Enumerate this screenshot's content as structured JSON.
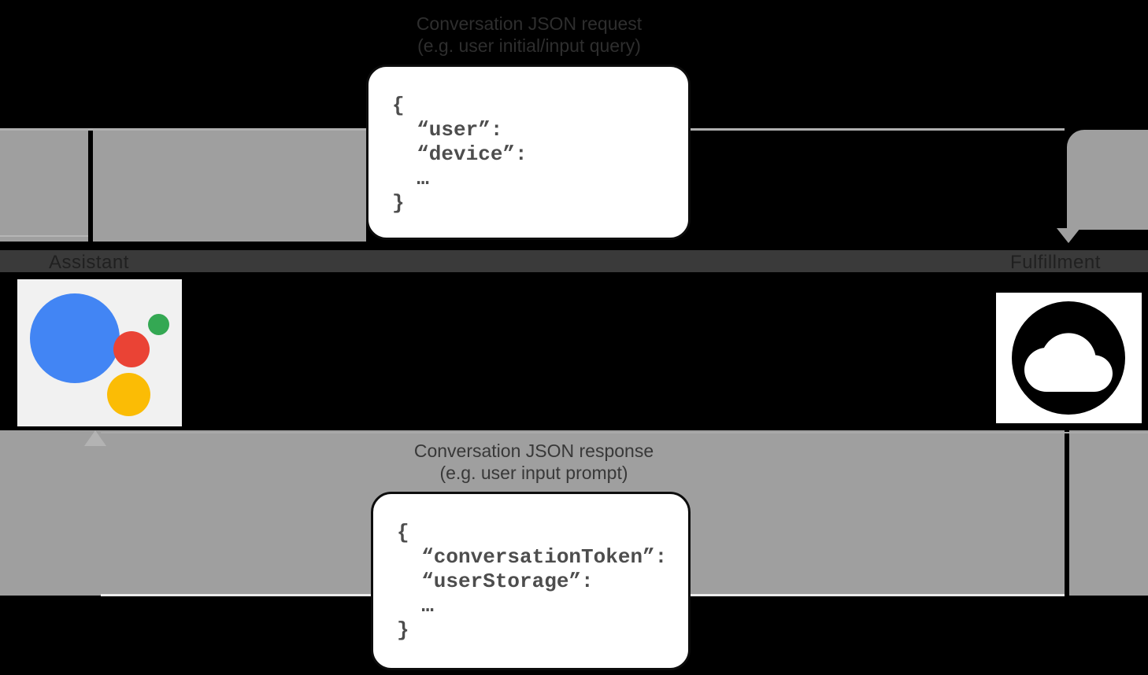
{
  "diagram": {
    "request_flow": {
      "direction": "assistant-to-fulfillment",
      "label_line1": "Conversation JSON request",
      "label_line2": "(e.g. user initial/input query)",
      "json_snippet": {
        "lines": [
          "{",
          "  “user”:",
          "  “device”:",
          "  …",
          "}"
        ]
      }
    },
    "response_flow": {
      "direction": "fulfillment-to-assistant",
      "label_line1": "Conversation JSON response",
      "label_line2": "(e.g. user input prompt)",
      "json_snippet": {
        "lines": [
          "{",
          "  “conversationToken”:",
          "  “userStorage”:",
          "  …",
          "}"
        ]
      }
    },
    "endpoints": {
      "left_label": "Assistant",
      "right_label": "Fulfillment"
    },
    "colors": {
      "background": "#000000",
      "arrow_band_gray": "#9f9f9f",
      "name_band_gray": "#3a3a3a",
      "json_box_bg": "#ffffff",
      "json_text": "#4d4d4d",
      "assistant_blue": "#4285f4",
      "assistant_green": "#34a853",
      "assistant_red": "#ea4335",
      "assistant_yellow": "#fbbc05",
      "cloud_icon": "#000000"
    }
  }
}
